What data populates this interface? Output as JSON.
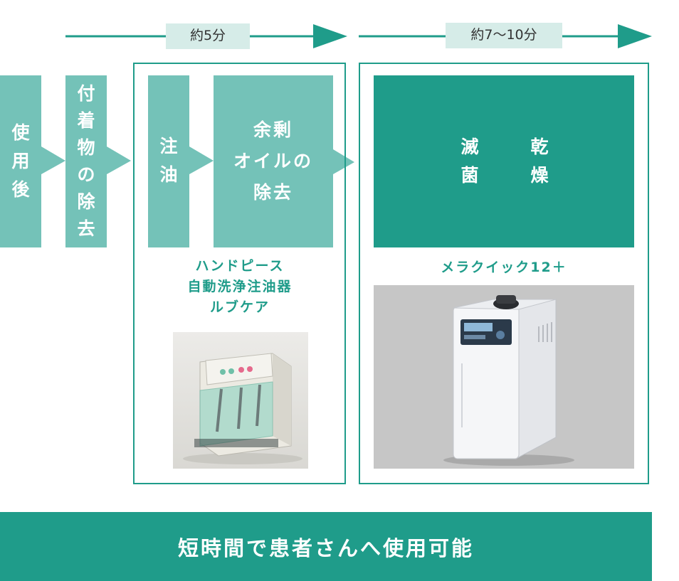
{
  "timeline": {
    "stage1_duration": "約5分",
    "stage2_duration": "約7〜10分"
  },
  "steps": {
    "after_use": [
      "使",
      "用",
      "後"
    ],
    "remove_deposits": [
      "付",
      "着",
      "物",
      "の",
      "除",
      "去"
    ],
    "lubricate": [
      "注",
      "油"
    ],
    "remove_oil": [
      "余剰",
      "オイルの",
      "除去"
    ],
    "sterilize_dry": {
      "left": [
        "滅",
        "菌"
      ],
      "right": [
        "乾",
        "燥"
      ]
    }
  },
  "devices": {
    "washer": {
      "caption": [
        "ハンドピース",
        "自動洗浄注油器",
        "ルブケア"
      ]
    },
    "sterilizer": {
      "caption": "メラクイック12＋"
    }
  },
  "banner": "短時間で患者さんへ使用可能",
  "colors": {
    "light_teal": "#74c2b8",
    "dark_teal": "#1f9c8a",
    "label_bg": "#d6ece8"
  }
}
